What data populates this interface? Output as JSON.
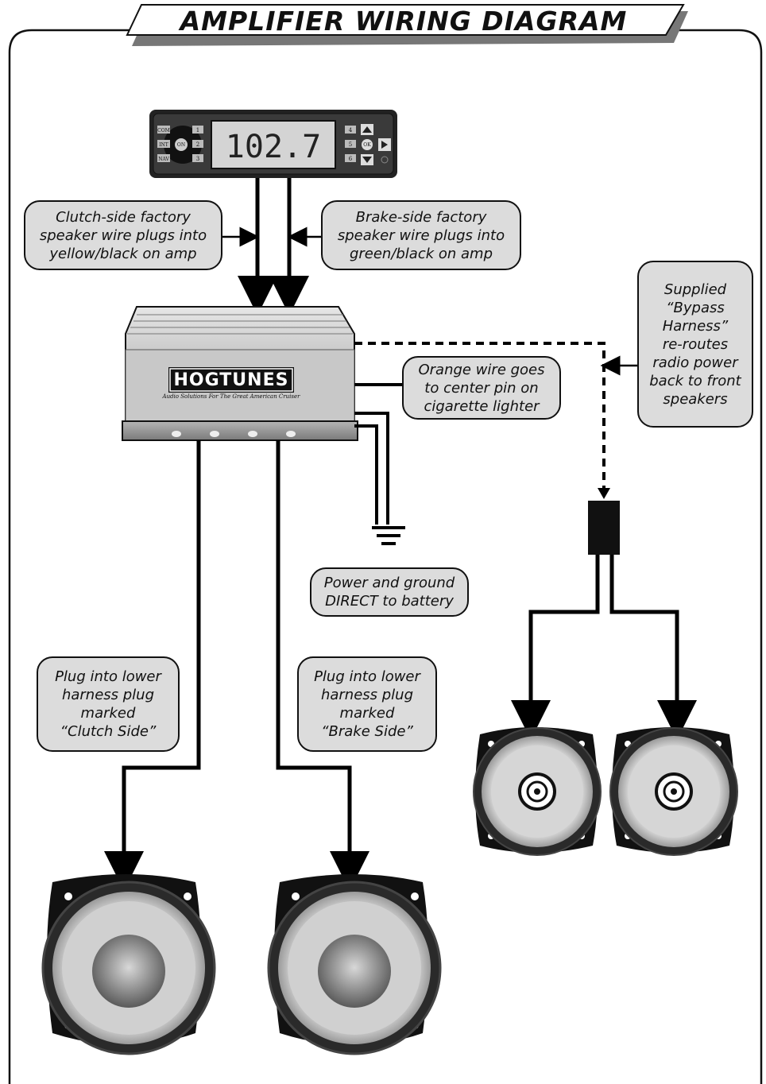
{
  "title": "AMPLIFIER WIRING DIAGRAM",
  "radio": {
    "display": "102.7",
    "buttons_left": [
      "COM",
      "INT",
      "NAV"
    ],
    "power": "ON",
    "presets_left": [
      "1",
      "2",
      "3"
    ],
    "presets_right": [
      "4",
      "5",
      "6"
    ],
    "ok": "OK"
  },
  "amp_brand": "HOGTUNES",
  "amp_tagline": "Audio Solutions For The Great American Cruiser",
  "callouts": {
    "clutch_factory": "Clutch-side factory\nspeaker wire plugs into\nyellow/black on amp",
    "brake_factory": "Brake-side factory\nspeaker wire plugs into\ngreen/black on amp",
    "bypass": "Supplied\n“Bypass\nHarness”\nre-routes\nradio power\nback to front\nspeakers",
    "orange": "Orange wire goes\nto center pin on\ncigarette lighter",
    "power_ground": "Power and ground\nDIRECT to battery",
    "clutch_lower": "Plug into lower\nharness plug\nmarked\n“Clutch Side”",
    "brake_lower": "Plug into lower\nharness plug\nmarked\n“Brake Side”"
  },
  "icons": [
    "radio-head-unit",
    "amplifier",
    "ground-symbol",
    "bypass-connector",
    "speaker"
  ]
}
